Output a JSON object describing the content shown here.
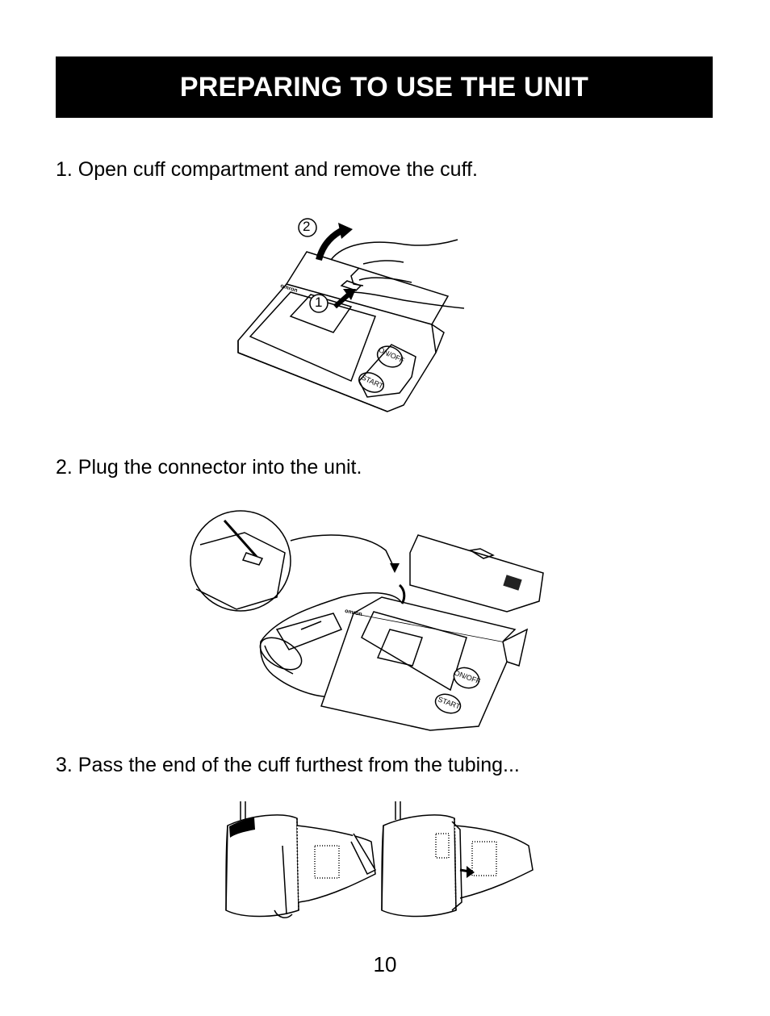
{
  "header": {
    "title": "PREPARING TO USE THE UNIT"
  },
  "steps": [
    {
      "text": "1. Open cuff compartment and remove the cuff."
    },
    {
      "text": "2. Plug the connector into the unit."
    },
    {
      "text": "3. Pass the end of the cuff furthest from the tubing..."
    }
  ],
  "figure1": {
    "callout_1": "1",
    "callout_2": "2",
    "brand": "omron",
    "button_on_off": "ON/OFF",
    "button_start": "START"
  },
  "figure2": {
    "brand": "omron",
    "button_on_off": "ON/OFF",
    "button_start": "START"
  },
  "footer": {
    "page_number": "10"
  }
}
